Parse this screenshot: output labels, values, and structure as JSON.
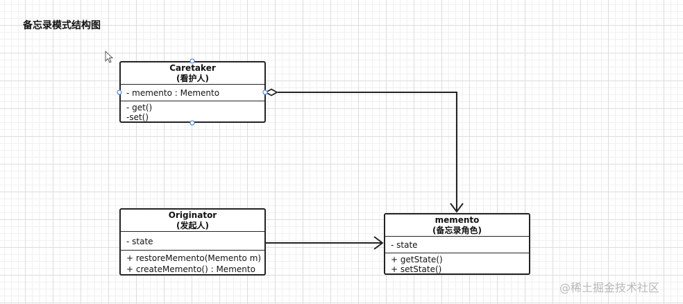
{
  "title": "备忘录模式结构图",
  "classes": {
    "caretaker": {
      "name": "Caretaker",
      "subtitle": "(看护人)",
      "attributes": [
        "- memento : Memento"
      ],
      "methods": [
        "- get()",
        "-set()"
      ]
    },
    "originator": {
      "name": "Originator",
      "subtitle": "(发起人)",
      "attributes": [
        "- state"
      ],
      "methods": [
        "+ restoreMemento(Memento m)",
        "+ createMemento() : Memento"
      ]
    },
    "memento": {
      "name": "memento",
      "subtitle": "(备忘录角色)",
      "attributes": [
        "- state"
      ],
      "methods": [
        "+ getState()",
        "+ setState()"
      ]
    }
  },
  "relations": [
    {
      "from": "Caretaker",
      "to": "memento",
      "type": "aggregation"
    },
    {
      "from": "Originator",
      "to": "memento",
      "type": "dependency"
    }
  ],
  "watermark": "@稀土掘金技术社区",
  "colors": {
    "line": "#222222",
    "handle": "#5b8fd6",
    "grid": "#dcdcdc"
  }
}
